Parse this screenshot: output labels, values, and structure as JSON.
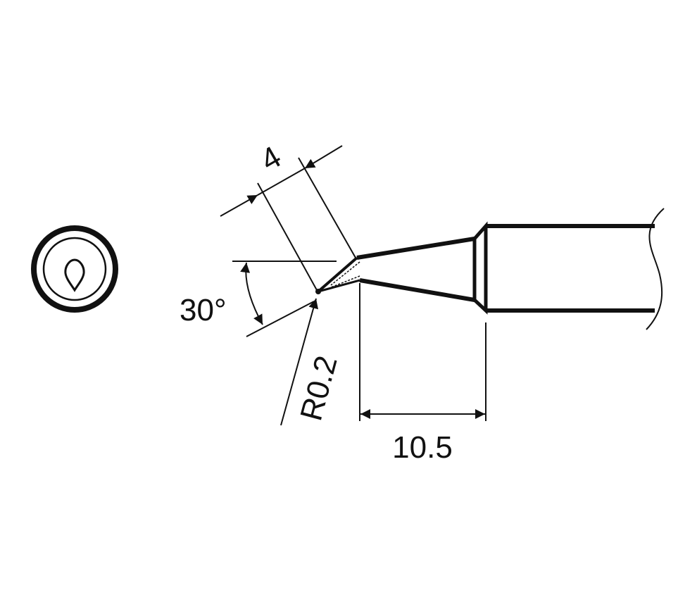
{
  "dimensions": {
    "chamfer_length": "4",
    "tip_angle": "30°",
    "tip_radius": "R0.2",
    "taper_length": "10.5"
  },
  "colors": {
    "line": "#111111",
    "background": "#ffffff"
  }
}
